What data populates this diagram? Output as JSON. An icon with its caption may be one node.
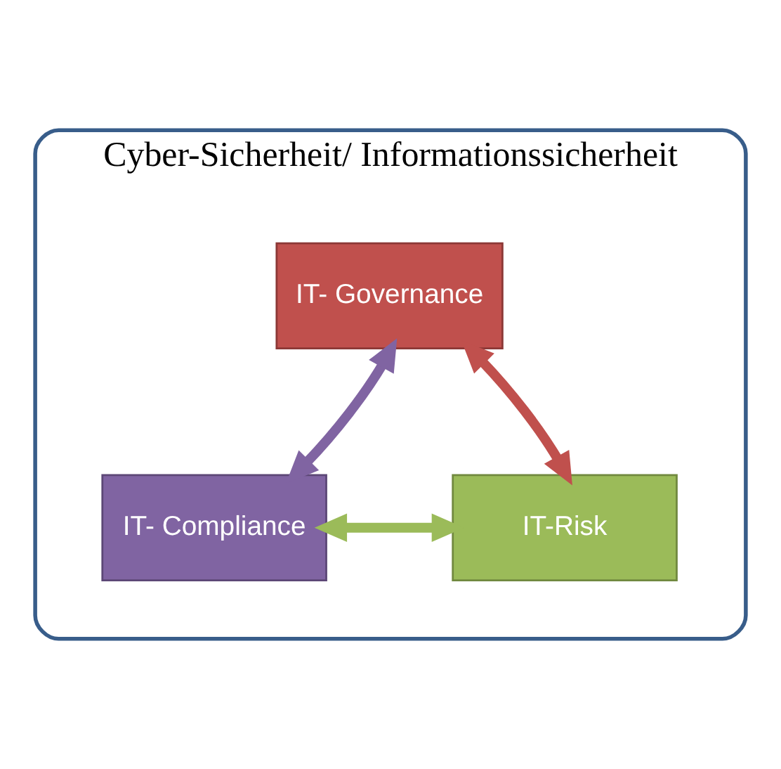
{
  "diagram": {
    "nodes": [
      {
        "text": [
          "Cyber-Sicherheit/ Informationssicherheit"
        ]
      },
      {
        "text": [
          "IT- Governance"
        ],
        "in": 0
      },
      {
        "text": [
          "IT- Compliance"
        ],
        "in": 0
      },
      {
        "text": [
          "IT-Risk"
        ],
        "in": 0
      }
    ],
    "edges": [
      {
        "from": 2,
        "to": 1,
        "arrow": "both",
        "color": "#8064a2"
      },
      {
        "from": 1,
        "to": 3,
        "arrow": "both",
        "color": "#c0504d"
      },
      {
        "from": 2,
        "to": 3,
        "arrow": "both",
        "color": "#9bbb59"
      }
    ]
  }
}
